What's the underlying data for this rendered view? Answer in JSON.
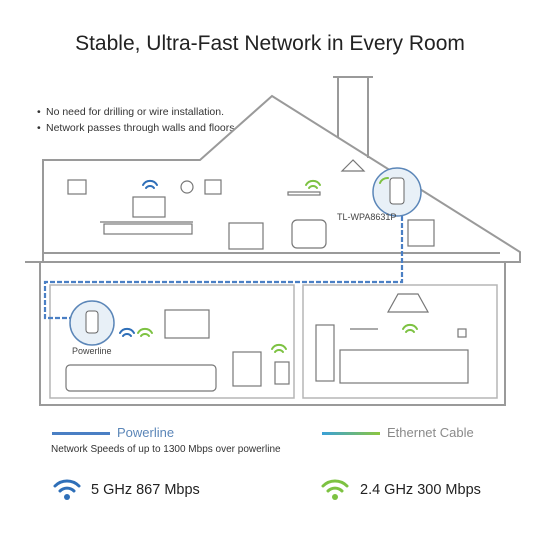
{
  "title": "Stable, Ultra-Fast Network in Every Room",
  "bullets": [
    "No need for drilling or wire installation.",
    "Network passes through walls and floors"
  ],
  "devices": {
    "top_label": "TL-WPA8631P",
    "bottom_label": "Powerline"
  },
  "legend": {
    "powerline": "Powerline",
    "ethernet": "Ethernet Cable",
    "speed_note": "Network Speeds of up to 1300 Mbps over powerline"
  },
  "bands": [
    {
      "label": "5 GHz  867 Mbps",
      "icon": "wifi-blue-icon"
    },
    {
      "label": "2.4 GHz  300 Mbps",
      "icon": "wifi-green-icon"
    }
  ],
  "colors": {
    "powerline_blue": "#4a7fc4",
    "ethernet_green": "#8cc63f",
    "wifi_blue": "#2f6fb8",
    "wifi_green": "#7dc242"
  }
}
